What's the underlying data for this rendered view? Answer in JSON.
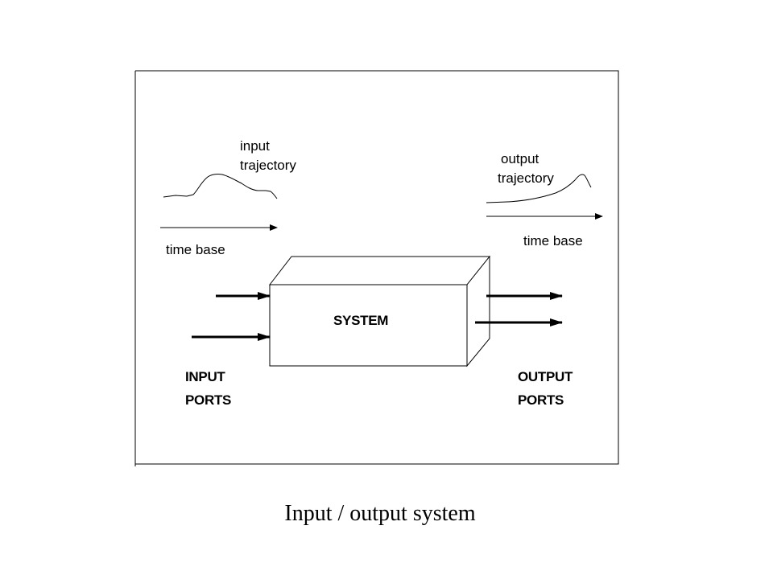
{
  "diagram": {
    "input_trajectory_label": [
      "input",
      "trajectory"
    ],
    "output_trajectory_label": [
      "output",
      "trajectory"
    ],
    "input_time_base_label": "time base",
    "output_time_base_label": "time base",
    "system_label": "SYSTEM",
    "input_ports_label": [
      "INPUT",
      "PORTS"
    ],
    "output_ports_label": [
      "OUTPUT",
      "PORTS"
    ]
  },
  "caption": "Input / output system"
}
